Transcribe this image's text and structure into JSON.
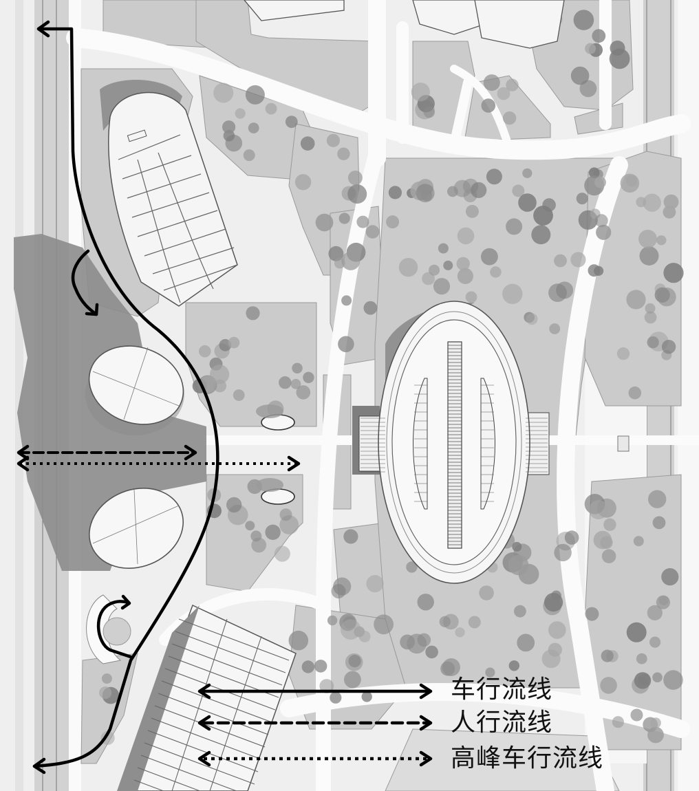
{
  "map": {
    "kind": "site plan / circulation diagram",
    "colors": {
      "background": "#f2f2f2",
      "road": "#fbfbfb",
      "green_area": "#c9c9c9",
      "tree": "#8e8e8e",
      "shadow": "#8a8a8a",
      "building_roof": "#f4f4f4",
      "building_outline": "#555555",
      "flow_line": "#000000"
    }
  },
  "legend": {
    "items": [
      {
        "id": "vehicle",
        "label": "车行流线",
        "line_style": "solid"
      },
      {
        "id": "pedestrian",
        "label": "人行流线",
        "line_style": "dashed"
      },
      {
        "id": "peak-vehicle",
        "label": "高峰车行流线",
        "line_style": "dotted"
      }
    ]
  },
  "flows": [
    {
      "name": "vehicle-route-main",
      "style": "solid",
      "description": "Main vehicular route along west side, exits north-west and south-west"
    },
    {
      "name": "vehicle-route-drop-off-north",
      "style": "solid",
      "description": "Branch into northern drop-off"
    },
    {
      "name": "vehicle-route-turnaround-south",
      "style": "solid",
      "description": "Turnaround loop at southern roundabout"
    },
    {
      "name": "pedestrian-route-east-west",
      "style": "dashed",
      "description": "Pedestrian east–west route"
    },
    {
      "name": "peak-vehicle-route-east-west",
      "style": "dotted",
      "description": "Peak-hour vehicular east–west route"
    }
  ]
}
